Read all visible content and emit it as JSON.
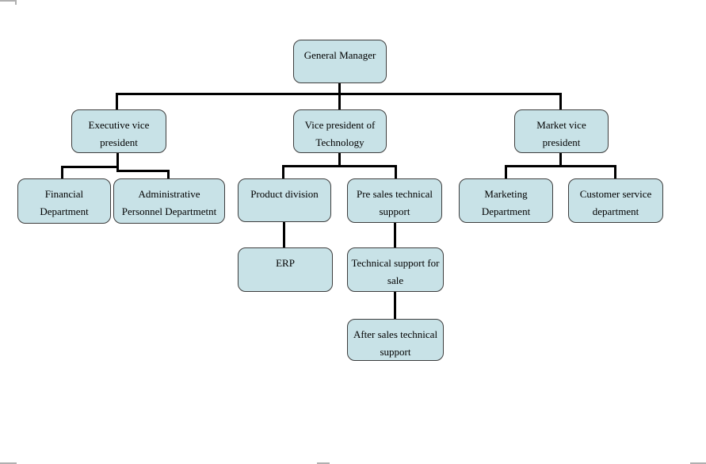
{
  "diagram": {
    "type": "org-chart",
    "node_fill_color": "#c8e2e7",
    "node_border_color": "#3d3d3d",
    "connector_color": "#000000",
    "nodes": {
      "general_manager": {
        "label": "General Manager"
      },
      "executive_vp": {
        "label": "Executive vice president"
      },
      "vp_technology": {
        "label": "Vice president of Technology"
      },
      "market_vp": {
        "label": "Market vice president"
      },
      "financial": {
        "label": "Financial Department"
      },
      "admin_personnel": {
        "label": "Administrative Personnel Departmetnt"
      },
      "product_division": {
        "label": "Product division"
      },
      "pre_sales": {
        "label": "Pre sales technical support"
      },
      "marketing": {
        "label": "Marketing Department"
      },
      "customer_service": {
        "label": "Customer service department"
      },
      "erp": {
        "label": "ERP"
      },
      "tech_support_sale": {
        "label": "Technical support for sale"
      },
      "after_sales": {
        "label": "After sales technical support"
      }
    },
    "hierarchy": {
      "general_manager": [
        "executive_vp",
        "vp_technology",
        "market_vp"
      ],
      "executive_vp": [
        "financial",
        "admin_personnel"
      ],
      "vp_technology": [
        "product_division",
        "pre_sales"
      ],
      "market_vp": [
        "marketing",
        "customer_service"
      ],
      "product_division": [
        "erp"
      ],
      "pre_sales": [
        "tech_support_sale"
      ],
      "tech_support_sale": [
        "after_sales"
      ]
    }
  }
}
